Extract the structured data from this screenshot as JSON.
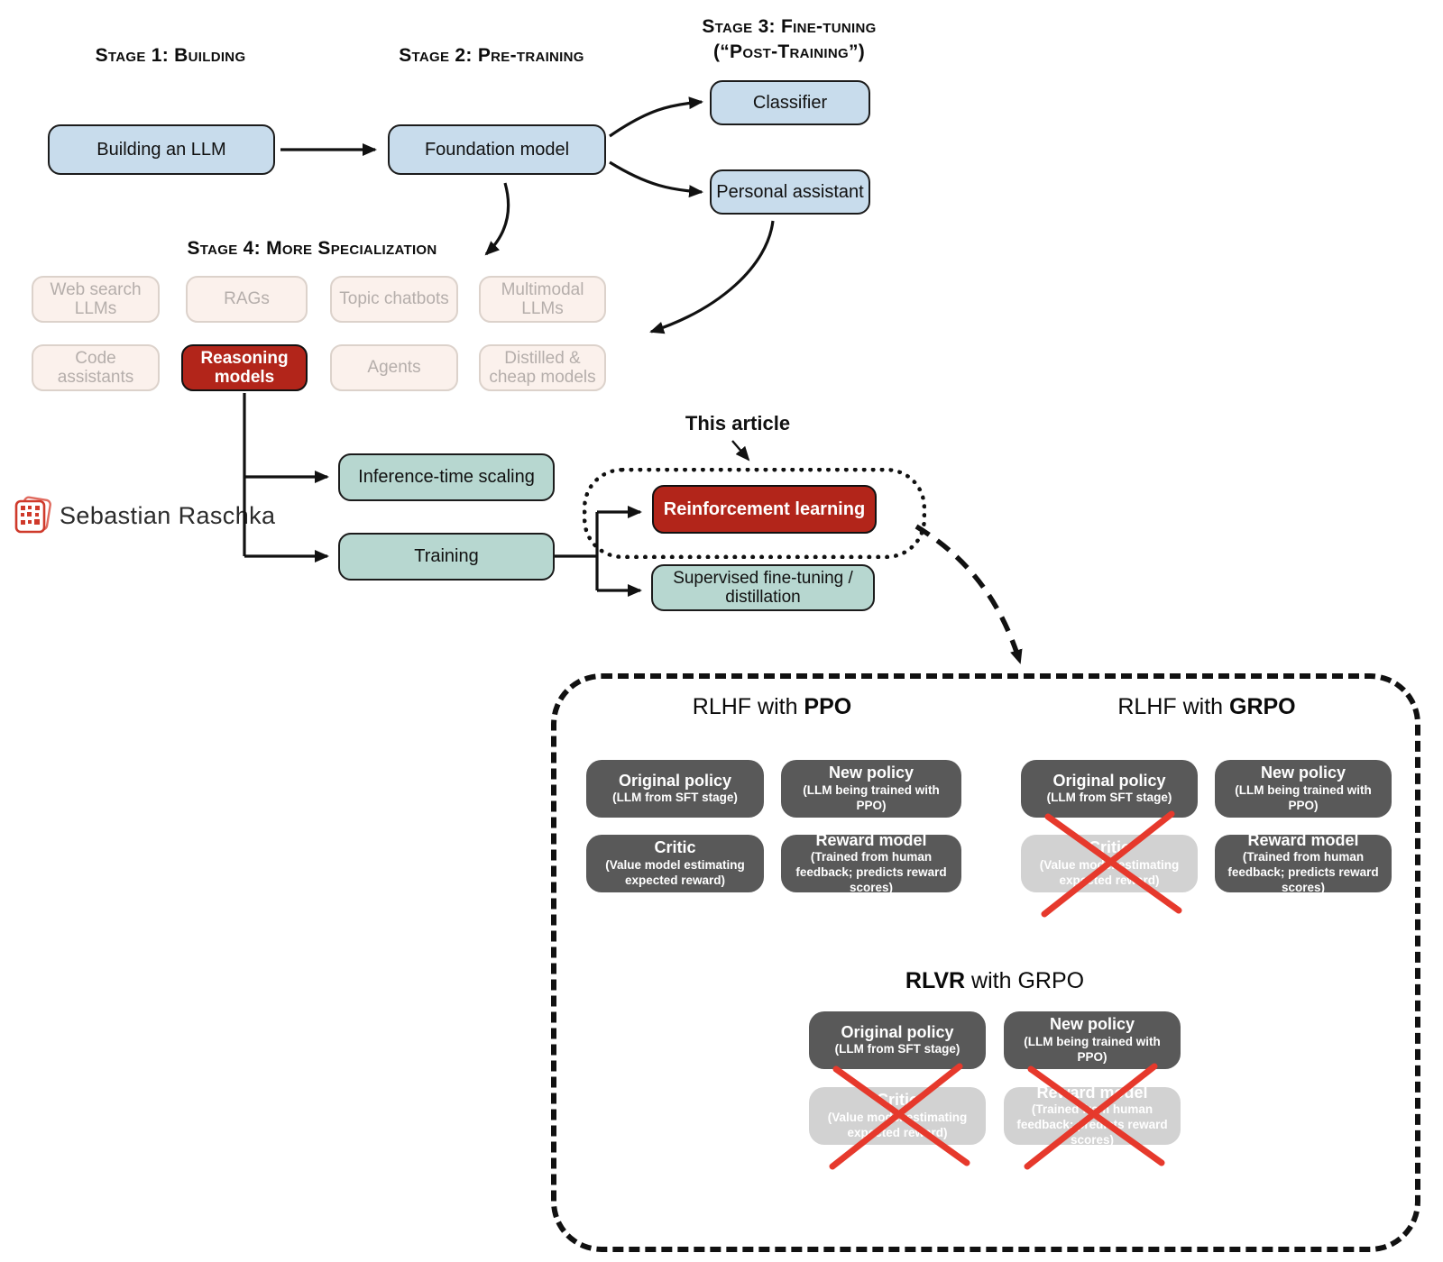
{
  "stages": {
    "s1": "Stage 1: Building",
    "s2": "Stage 2: Pre-training",
    "s3a": "Stage 3: Fine-tuning",
    "s3b": "(“Post-Training”)",
    "s4": "Stage 4: More Specialization"
  },
  "pipeline": {
    "building": "Building an LLM",
    "foundation": "Foundation model",
    "classifier": "Classifier",
    "assistant": "Personal assistant"
  },
  "specializations": {
    "web": "Web search LLMs",
    "rags": "RAGs",
    "chatbots": "Topic chatbots",
    "multimodal": "Multimodal LLMs",
    "code": "Code assistants",
    "reasoning": "Reasoning models",
    "agents": "Agents",
    "distilled": "Distilled & cheap models"
  },
  "reasoning_paths": {
    "inference": "Inference-time scaling",
    "training": "Training",
    "rl": "Reinforcement learning",
    "sft": "Supervised fine-tuning / distillation"
  },
  "annotations": {
    "this_article": "This article",
    "author": "Sebastian Raschka"
  },
  "rl_detail": {
    "groups": {
      "ppo": {
        "pre": "RLHF with ",
        "bold": "PPO",
        "post": ""
      },
      "grpo": {
        "pre": "RLHF with ",
        "bold": "GRPO",
        "post": ""
      },
      "rlvr": {
        "pre": "",
        "bold": "RLVR",
        "post": " with GRPO"
      }
    },
    "boxes": {
      "original": {
        "title": "Original policy",
        "sub": "(LLM from SFT stage)"
      },
      "new": {
        "title": "New policy",
        "sub": "(LLM being trained with PPO)"
      },
      "critic": {
        "title": "Critic",
        "sub": "(Value model estimating expected reward)"
      },
      "reward": {
        "title": "Reward model",
        "sub": "(Trained from human feedback; predicts reward scores)"
      }
    }
  },
  "colors": {
    "box_blue": "#c8dcec",
    "box_teal": "#b7d7d0",
    "accent_red": "#b2251a",
    "box_dark_gray": "#595959",
    "box_faded_gray": "#d2d2d2",
    "faded_pink_bg": "#fbf1ec",
    "faded_pink_border": "#dcd2cb",
    "cross_red": "#e6392c",
    "line_black": "#111111"
  }
}
